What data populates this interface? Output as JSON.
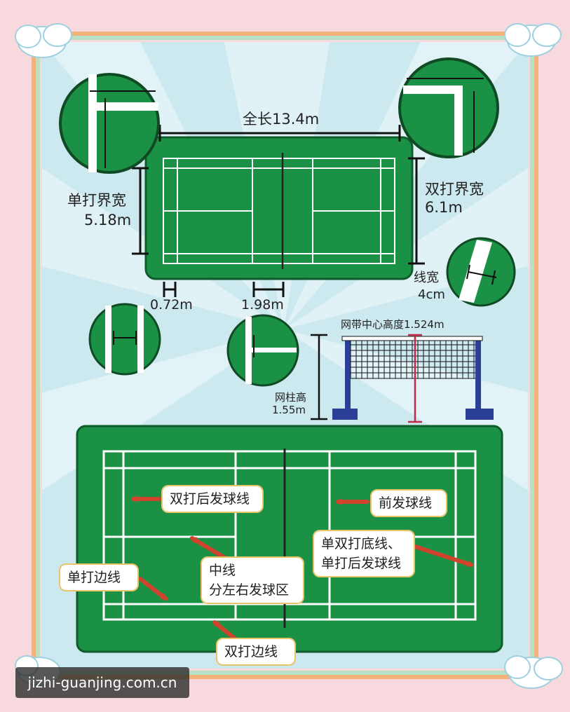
{
  "labels": {
    "full_length": "全长13.4m",
    "singles_width_title": "单打界宽",
    "singles_width_value": "5.18m",
    "doubles_width_title": "双打界宽",
    "doubles_width_value": "6.1m",
    "line_width_title": "线宽",
    "line_width_value": "4cm",
    "long_service_gap": "0.72m",
    "short_service_gap": "1.98m",
    "net_center_height": "网带中心高度1.524m",
    "post_height_title": "网柱高",
    "post_height_value": "1.55m"
  },
  "callouts": {
    "doubles_long_service": "双打后发球线",
    "short_service": "前发球线",
    "baseline_line1": "单双打底线、",
    "baseline_line2": "单打后发球线",
    "center_line1": "中线",
    "center_line2": "分左右发球区",
    "singles_sideline": "单打边线",
    "doubles_sideline": "双打边线"
  },
  "watermark": "jizhi-guanjing.com.cn",
  "colors": {
    "court_green": "#1a9144",
    "court_border": "#0f5c2b",
    "sky_blue": "#cce9ef",
    "post_blue": "#2b3f99",
    "net_mark_red": "#c02a4a",
    "callout_border": "#e8c469",
    "arrow_red": "#d0442e"
  }
}
